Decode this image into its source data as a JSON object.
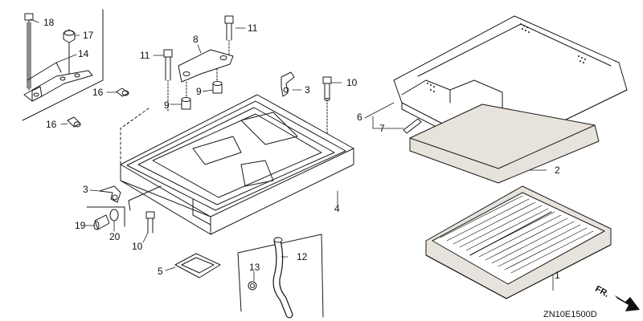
{
  "diagram_code": "ZN10E1500D",
  "direction_arrow": {
    "label": "FR."
  },
  "colors": {
    "line": "#1a1a1a",
    "fill": "#ffffff",
    "filter": "#e8e2dc"
  },
  "callouts": {
    "c18": "18",
    "c17": "17",
    "c14": "14",
    "c16a": "16",
    "c16b": "16",
    "c8": "8",
    "c11a": "11",
    "c11b": "11",
    "c9a": "9",
    "c9b": "9",
    "c10a": "10",
    "c10b": "10",
    "c3a": "3",
    "c3b": "3",
    "c6": "6",
    "c7": "7",
    "c2": "2",
    "c4": "4",
    "c19": "19",
    "c20": "20",
    "c5": "5",
    "c13": "13",
    "c12": "12",
    "c1": "1"
  }
}
